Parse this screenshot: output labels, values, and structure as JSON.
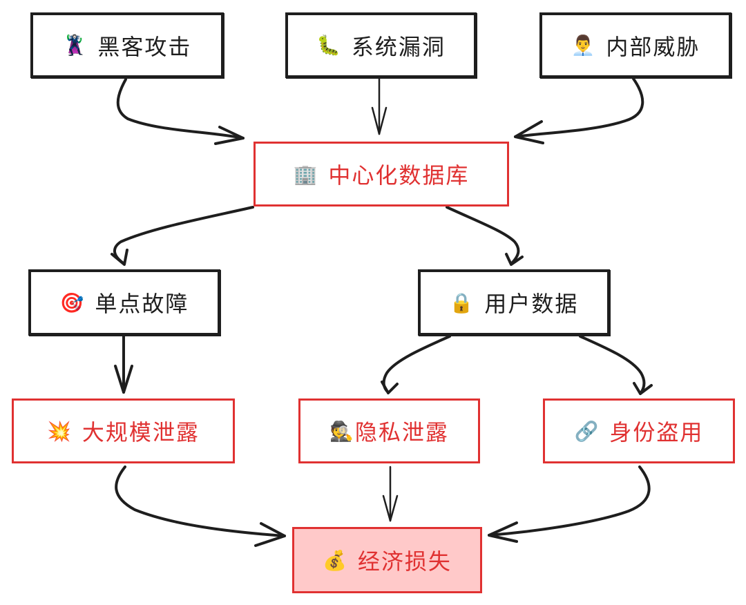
{
  "diagram": {
    "type": "flowchart",
    "style": "hand-drawn",
    "colors": {
      "default_stroke": "#1e1e1e",
      "risk_stroke": "#e03131",
      "risk_text": "#e03131",
      "loss_fill": "#ffc9c9"
    },
    "nodes": {
      "hacker": {
        "emoji": "🦹",
        "emoji_name": "supervillain-icon",
        "label": "黑客攻击",
        "style": "black"
      },
      "vuln": {
        "emoji": "🐛",
        "emoji_name": "bug-icon",
        "label": "系统漏洞",
        "style": "black"
      },
      "insider": {
        "emoji": "👨‍💼",
        "emoji_name": "office-worker-icon",
        "label": "内部威胁",
        "style": "black"
      },
      "central": {
        "emoji": "🏢",
        "emoji_name": "office-building-icon",
        "label": "中心化数据库",
        "style": "red"
      },
      "spof": {
        "emoji": "🎯",
        "emoji_name": "target-icon",
        "label": "单点故障",
        "style": "black"
      },
      "userdata": {
        "emoji": "🔒",
        "emoji_name": "lock-icon",
        "label": "用户数据",
        "style": "black"
      },
      "leak": {
        "emoji": "💥",
        "emoji_name": "explosion-icon",
        "label": "大规模泄露",
        "style": "red"
      },
      "privacy": {
        "emoji": "🕵️",
        "emoji_name": "detective-icon",
        "label": "隐私泄露",
        "style": "red"
      },
      "identity": {
        "emoji": "🔗",
        "emoji_name": "link-icon",
        "label": "身份盗用",
        "style": "red"
      },
      "loss": {
        "emoji": "💰",
        "emoji_name": "money-bag-icon",
        "label": "经济损失",
        "style": "red-filled"
      }
    },
    "edges": [
      {
        "from": "hacker",
        "to": "central"
      },
      {
        "from": "vuln",
        "to": "central"
      },
      {
        "from": "insider",
        "to": "central"
      },
      {
        "from": "central",
        "to": "spof"
      },
      {
        "from": "central",
        "to": "userdata"
      },
      {
        "from": "spof",
        "to": "leak"
      },
      {
        "from": "userdata",
        "to": "privacy"
      },
      {
        "from": "userdata",
        "to": "identity"
      },
      {
        "from": "leak",
        "to": "loss"
      },
      {
        "from": "privacy",
        "to": "loss"
      },
      {
        "from": "identity",
        "to": "loss"
      }
    ]
  }
}
